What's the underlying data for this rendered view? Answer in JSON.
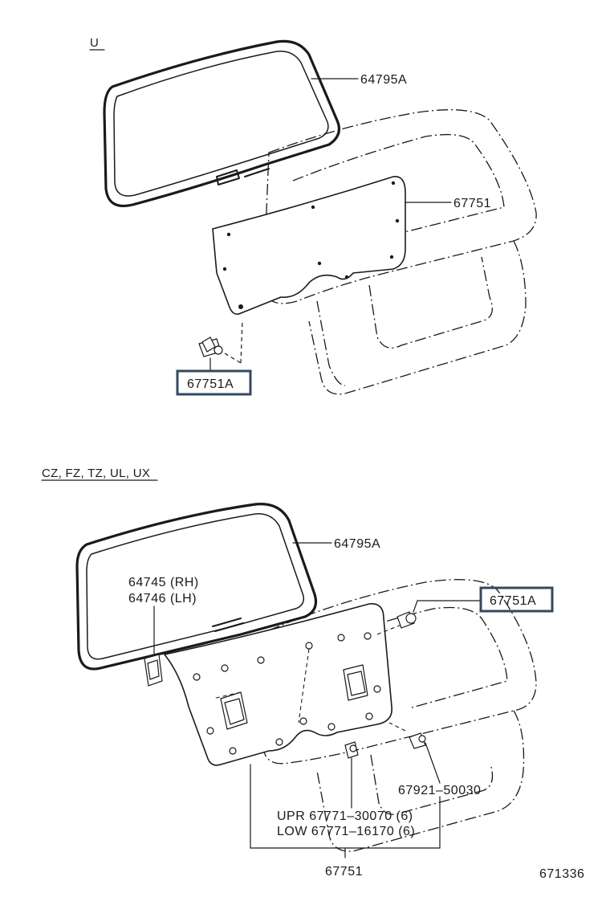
{
  "diagram": {
    "sections": [
      {
        "label": "U"
      },
      {
        "label": "CZ, FZ, TZ, UL, UX"
      }
    ],
    "top": {
      "weatherstrip_label": "64795A",
      "trim_board_label": "67751",
      "clip_label": "67751A"
    },
    "bottom": {
      "weatherstrip_label": "64795A",
      "hinge_label_rh": "64745 (RH)",
      "hinge_label_lh": "64746 (LH)",
      "clip_label": "67751A",
      "fastener_label": "67921–50030",
      "clip_upr_label": "UPR 67771–30070 (6)",
      "clip_low_label": "LOW 67771–16170 (6)",
      "trim_board_label": "67751"
    },
    "diagram_number": "671336"
  }
}
